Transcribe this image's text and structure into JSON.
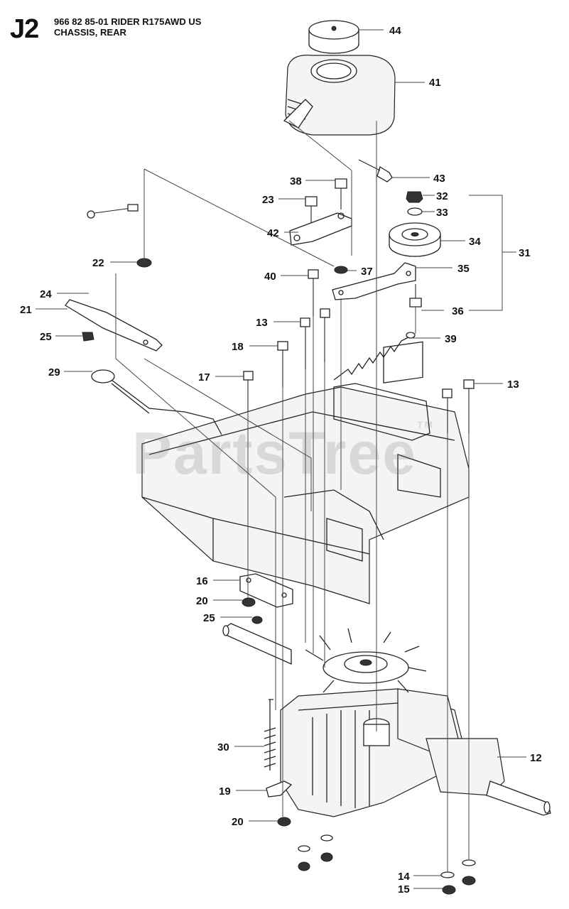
{
  "header": {
    "code": "J2",
    "line1": "966 82 85-01 RIDER R175AWD US",
    "line2": "CHASSIS, REAR"
  },
  "watermark": {
    "text": "PartsTree",
    "tm": "TM"
  },
  "callouts": [
    "44",
    "41",
    "43",
    "38",
    "23",
    "42",
    "22",
    "24",
    "21",
    "25",
    "29",
    "40",
    "37",
    "32",
    "33",
    "34",
    "31",
    "35",
    "36",
    "13",
    "18",
    "17",
    "39",
    "13",
    "16",
    "20",
    "25",
    "30",
    "19",
    "20",
    "12",
    "14",
    "15"
  ]
}
